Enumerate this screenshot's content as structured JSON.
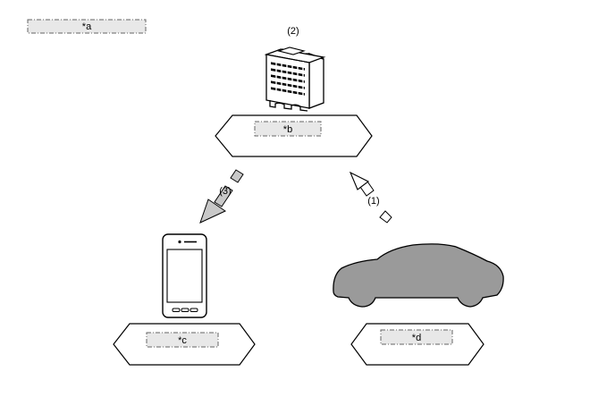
{
  "labels": {
    "a": "*a",
    "b": "*b",
    "c": "*c",
    "d": "*d"
  },
  "steps": {
    "one": "(1)",
    "two": "(2)",
    "three": "(3)"
  },
  "icons": {
    "server": "building-server-icon",
    "phone": "smartphone-icon",
    "car": "car-icon"
  },
  "colors": {
    "car_fill": "#9a9a9a",
    "arrow_fill": "#c8c8c8",
    "label_box_fill": "#e8e8e8"
  }
}
